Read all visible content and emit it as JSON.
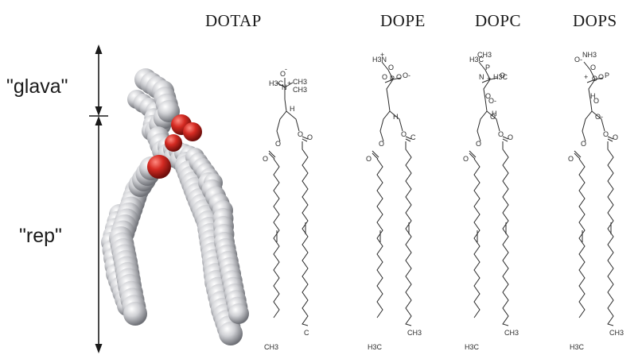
{
  "labels": {
    "head": "\"glava\"",
    "tail": "\"rep\""
  },
  "lipids": [
    {
      "name": "DOTAP",
      "head_text": [
        "O",
        "-",
        "N",
        "+",
        "H3C",
        "CH3",
        "CH3",
        "H"
      ],
      "ester_text": [
        "O",
        "O",
        "O",
        "O"
      ],
      "terminal_text": [
        "C",
        "CH3"
      ]
    },
    {
      "name": "DOPE",
      "head_text": [
        "H3N",
        "+",
        "O",
        "P",
        "O",
        "O-",
        "O",
        "H"
      ],
      "ester_text": [
        "O",
        "O",
        "O",
        "C"
      ],
      "terminal_text": [
        "CH3",
        "H3C"
      ]
    },
    {
      "name": "DOPC",
      "head_text": [
        "H3C",
        "CH3",
        "N",
        "+",
        "H3C",
        "O",
        "P",
        "O",
        "O-",
        "O",
        "H"
      ],
      "ester_text": [
        "O",
        "O",
        "O",
        "O"
      ],
      "terminal_text": [
        "CH3",
        "H3C"
      ]
    },
    {
      "name": "DOPS",
      "head_text": [
        "O-",
        "NH3",
        "+",
        "O",
        "O",
        "P",
        "O",
        "O-",
        "O",
        "H"
      ],
      "ester_text": [
        "O",
        "O",
        "O",
        "O"
      ],
      "terminal_text": [
        "CH3",
        "H3C"
      ]
    }
  ],
  "colors": {
    "oxygen_atom": "#cc2222",
    "carbon_hydrogen_atom": "#c8c8cc",
    "line": "#222222"
  }
}
